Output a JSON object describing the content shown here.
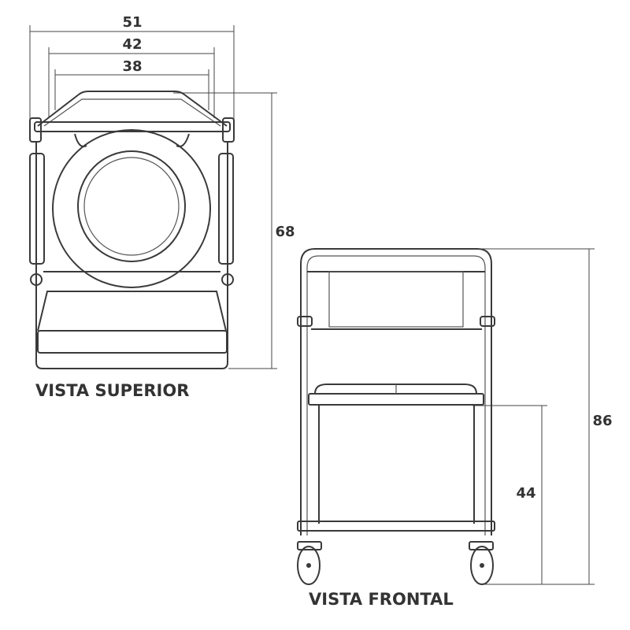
{
  "top_view": {
    "title": "VISTA SUPERIOR",
    "dimensions": {
      "width_total": "51",
      "width_inner": "42",
      "width_seat": "38",
      "depth": "68"
    }
  },
  "front_view": {
    "title": "VISTA FRONTAL",
    "dimensions": {
      "height_total": "86",
      "seat_height": "44"
    }
  }
}
